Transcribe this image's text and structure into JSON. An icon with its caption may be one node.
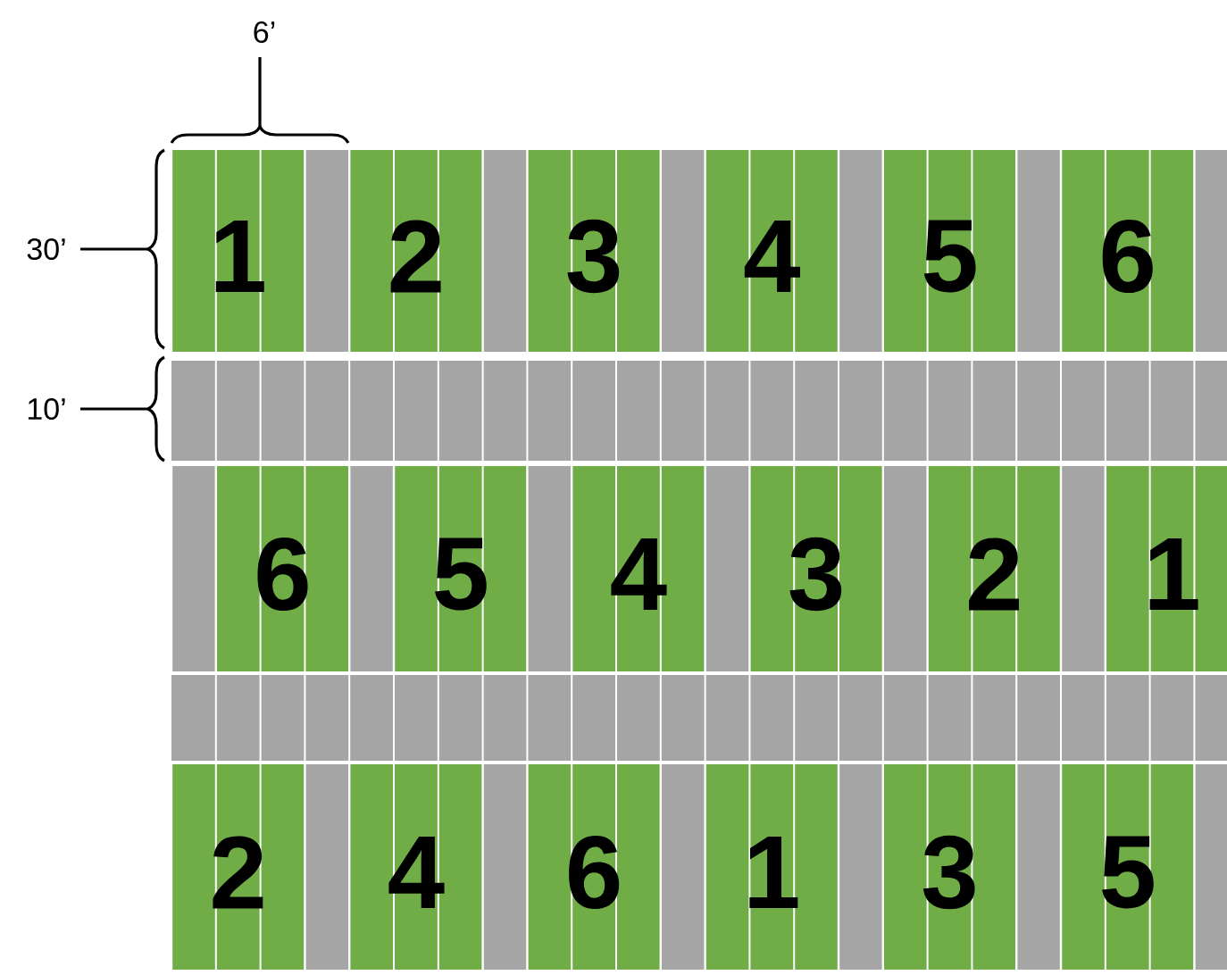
{
  "diagram": {
    "nodes": [
      {
        "text": [
          "1"
        ]
      },
      {
        "text": [
          "2"
        ]
      },
      {
        "text": [
          "3"
        ]
      },
      {
        "text": [
          "4"
        ]
      },
      {
        "text": [
          "5"
        ]
      },
      {
        "text": [
          "6"
        ]
      },
      {
        "text": [
          "6"
        ]
      },
      {
        "text": [
          "5"
        ]
      },
      {
        "text": [
          "4"
        ]
      },
      {
        "text": [
          "3"
        ]
      },
      {
        "text": [
          "2"
        ]
      },
      {
        "text": [
          "1"
        ]
      },
      {
        "text": [
          "2"
        ]
      },
      {
        "text": [
          "4"
        ]
      },
      {
        "text": [
          "6"
        ]
      },
      {
        "text": [
          "1"
        ]
      },
      {
        "text": [
          "3"
        ]
      },
      {
        "text": [
          "5"
        ]
      }
    ],
    "labels": [
      "6’",
      "30’",
      "10’"
    ]
  }
}
